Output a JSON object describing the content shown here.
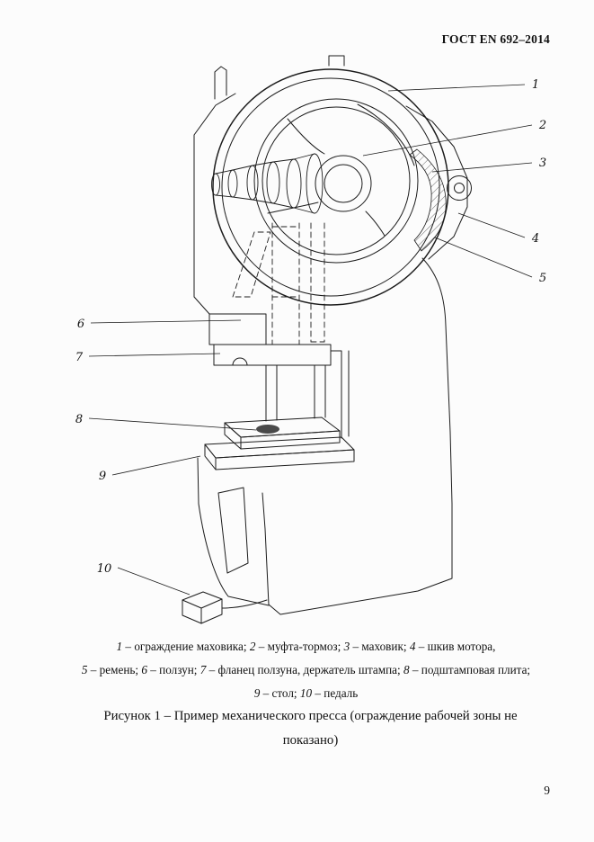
{
  "page": {
    "header": "ГОСТ EN 692–2014",
    "page_number": "9"
  },
  "figure": {
    "callouts": [
      "1",
      "2",
      "3",
      "4",
      "5",
      "6",
      "7",
      "8",
      "9",
      "10"
    ],
    "legend_lines": [
      [
        {
          "n": "1",
          "t": " – ограждение маховика; "
        },
        {
          "n": "2",
          "t": " – муфта-тормоз; "
        },
        {
          "n": "3",
          "t": " – маховик; "
        },
        {
          "n": "4",
          "t": " – шкив мотора,"
        }
      ],
      [
        {
          "n": "5",
          "t": " – ремень; "
        },
        {
          "n": "6",
          "t": " – ползун; "
        },
        {
          "n": "7",
          "t": " – фланец ползуна, держатель штампа; "
        },
        {
          "n": "8",
          "t": " – подштамповая плита;"
        }
      ],
      [
        {
          "n": "9",
          "t": " – стол; "
        },
        {
          "n": "10",
          "t": " – педаль"
        }
      ]
    ],
    "caption": "Рисунок 1 – Пример механического пресса (ограждение рабочей зоны не показано)"
  },
  "colors": {
    "ink": "#1c1c1c",
    "paper": "#fcfcfc"
  }
}
